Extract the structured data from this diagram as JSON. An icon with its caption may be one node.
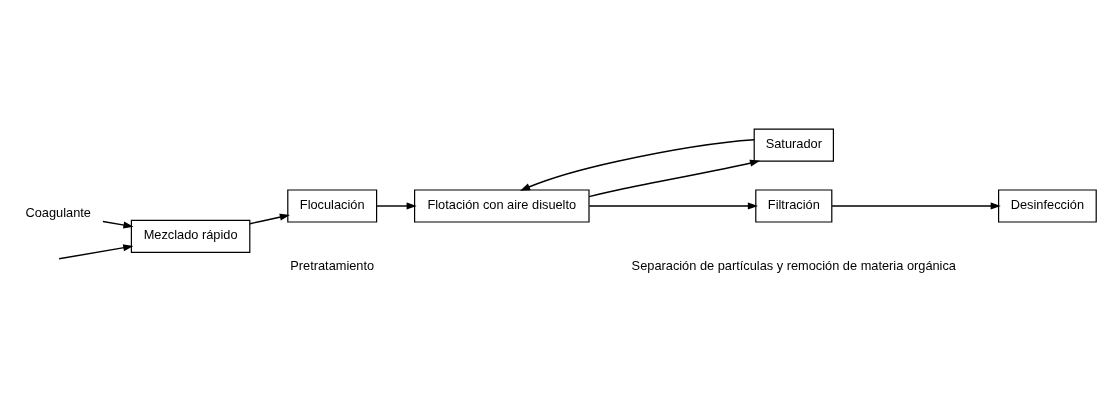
{
  "diagram": {
    "nodes": [
      {
        "text": [
          "Coagulante"
        ]
      },
      {
        "text": [
          "Mezclado rápido"
        ]
      },
      {
        "text": [
          "Floculación"
        ]
      },
      {
        "text": [
          "Flotación con aire disuelto"
        ]
      },
      {
        "text": [
          "Saturador"
        ]
      },
      {
        "text": [
          "Filtración"
        ]
      },
      {
        "text": [
          "Desinfección"
        ]
      }
    ],
    "edges": [
      {
        "from": null,
        "to": 1,
        "arrow": "to"
      },
      {
        "from": 0,
        "to": 1,
        "arrow": "to"
      },
      {
        "from": 1,
        "to": 2,
        "arrow": "to"
      },
      {
        "from": 2,
        "to": 3,
        "arrow": "to"
      },
      {
        "from": 3,
        "to": 5,
        "arrow": "to"
      },
      {
        "from": 3,
        "to": 4,
        "arrow": "to"
      },
      {
        "from": 4,
        "to": 3,
        "arrow": "to"
      },
      {
        "from": 5,
        "to": 6,
        "arrow": "to"
      }
    ],
    "labels": [
      "Pretratamiento",
      "Separación de partículas y remoción de materia orgánica"
    ]
  }
}
